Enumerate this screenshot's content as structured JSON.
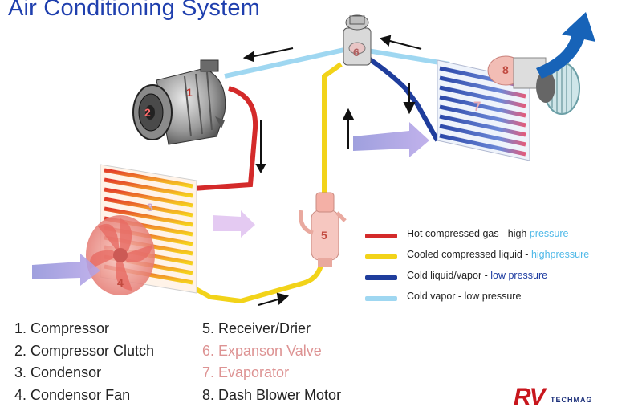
{
  "title": "Air Conditioning System",
  "component_numbers": [
    "1",
    "2",
    "3",
    "4",
    "5",
    "6",
    "7",
    "8"
  ],
  "legend": [
    {
      "prefix": "Hot compressed gas - high ",
      "accent": "pressure",
      "accent_class": "hi",
      "suffix": "",
      "color": "#d42a2a"
    },
    {
      "prefix": "Cooled compressed liquid - ",
      "accent": "highpressure",
      "accent_class": "hi",
      "suffix": "",
      "color": "#f2d319"
    },
    {
      "prefix": "Cold liquid/vapor - ",
      "accent": "low pressure",
      "accent_class": "lo",
      "suffix": "",
      "color": "#1f3d9c"
    },
    {
      "prefix": "Cold vapor - low pressure",
      "accent": "",
      "accent_class": "",
      "suffix": "",
      "color": "#9fd7f1"
    }
  ],
  "components_left": [
    "1. Compressor",
    "2. Compressor Clutch",
    "3. Condensor",
    "4. Condensor Fan"
  ],
  "components_right": [
    "5. Receiver/Drier",
    "6. Expanson Valve",
    "7. Evaporator",
    "8. Dash Blower Motor"
  ],
  "logo": {
    "brand": "RV",
    "suffix": "TECHMAG"
  },
  "colors": {
    "hot": "#d42a2a",
    "warm_liquid": "#f2d319",
    "cold_liquid": "#1f3d9c",
    "cold_vapor": "#9fd7f1",
    "title": "#1f3fae",
    "airflow": "#1763b8"
  }
}
